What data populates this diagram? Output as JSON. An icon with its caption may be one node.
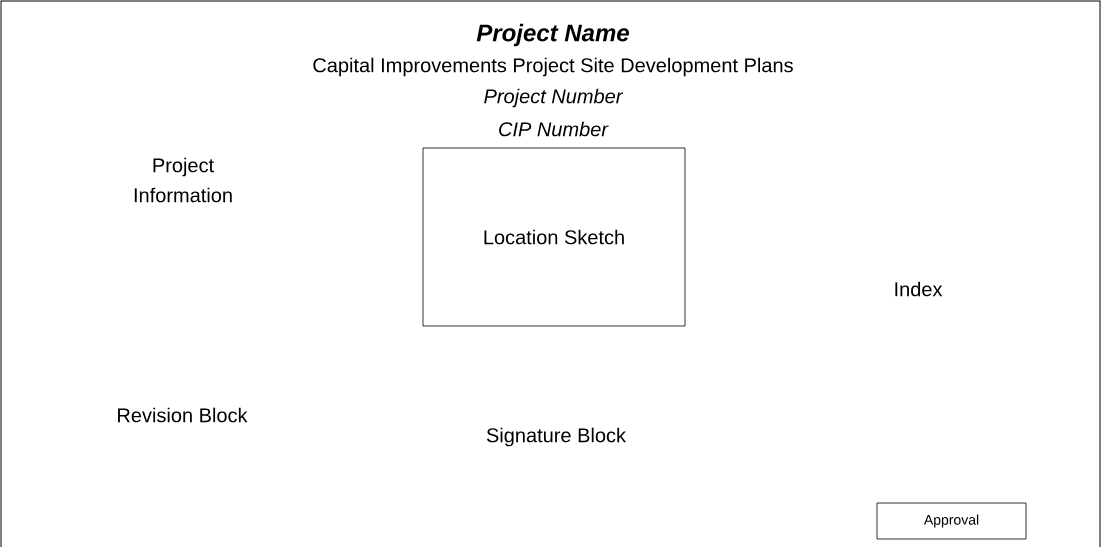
{
  "diagram": {
    "title": "Project Name",
    "nodes": [
      {
        "text": [
          "Location Sketch"
        ]
      },
      {
        "text": [
          "Approval"
        ]
      }
    ],
    "edges": [],
    "labels": [
      "Capital Improvements Project Site Development Plans",
      "Project Number",
      "CIP Number",
      "Project Information",
      "Index",
      "Revision Block",
      "Signature Block"
    ]
  }
}
